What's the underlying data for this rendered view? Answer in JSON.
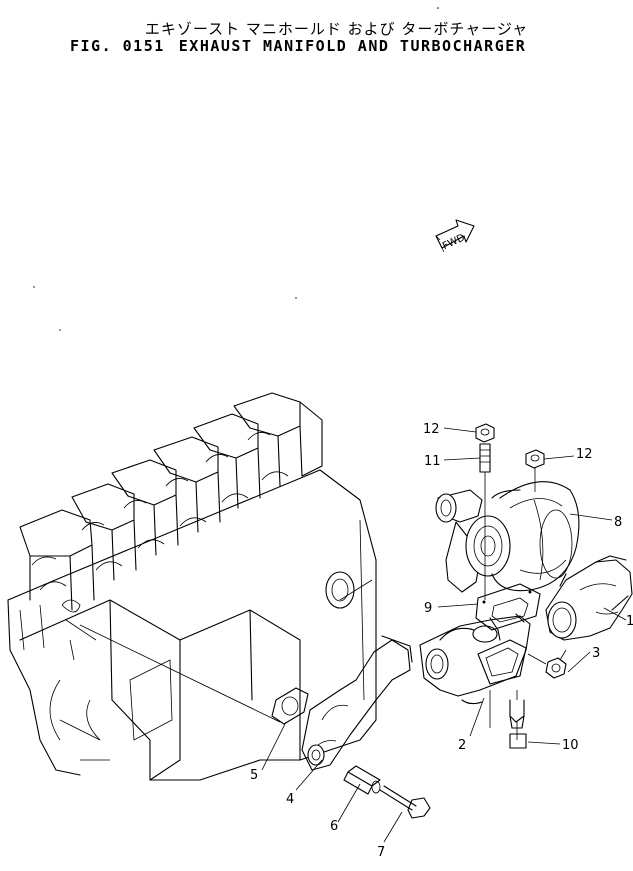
{
  "title": {
    "japanese": "エキゾースト マニホールド および ターボチャージャ",
    "fig_number": "FIG. 0151",
    "english": "EXHAUST MANIFOLD AND TURBOCHARGER"
  },
  "fwd_label": "FWD",
  "callouts": [
    {
      "id": "1",
      "label": "1"
    },
    {
      "id": "2",
      "label": "2"
    },
    {
      "id": "3",
      "label": "3"
    },
    {
      "id": "4",
      "label": "4"
    },
    {
      "id": "5",
      "label": "5"
    },
    {
      "id": "6",
      "label": "6"
    },
    {
      "id": "7",
      "label": "7"
    },
    {
      "id": "8",
      "label": "8"
    },
    {
      "id": "9",
      "label": "9"
    },
    {
      "id": "10",
      "label": "10"
    },
    {
      "id": "11",
      "label": "11"
    },
    {
      "id": "12a",
      "label": "12"
    },
    {
      "id": "12b",
      "label": "12"
    }
  ]
}
